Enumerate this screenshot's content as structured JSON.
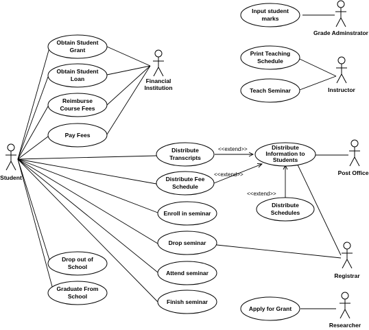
{
  "actors": {
    "student": "Student",
    "financial": [
      "Financial",
      "Institution"
    ],
    "grade_admin": "Grade Adminstrator",
    "instructor": "Instructor",
    "post_office": "Post Office",
    "registrar": "Registrar",
    "researcher": "Researcher"
  },
  "use_cases": {
    "obtain_grant": [
      "Obtain Student",
      "Grant"
    ],
    "obtain_loan": [
      "Obtain Student",
      "Loan"
    ],
    "reimburse": [
      "Reimburse",
      "Course Fees"
    ],
    "pay_fees": [
      "Pay Fees"
    ],
    "enroll": [
      "Enroll in seminar"
    ],
    "drop_seminar": [
      "Drop seminar"
    ],
    "attend": [
      "Attend seminar"
    ],
    "finish": [
      "Finish seminar"
    ],
    "drop_out": [
      "Drop out of",
      "School"
    ],
    "graduate": [
      "Graduate From",
      "School"
    ],
    "input_marks": [
      "Input student",
      "marks"
    ],
    "print_schedule": [
      "Print Teaching",
      "Schedule"
    ],
    "teach": [
      "Teach Seminar"
    ],
    "dist_transcripts": [
      "Distribute",
      "Transcripts"
    ],
    "dist_info": [
      "Distribute",
      "Information to",
      "Students"
    ],
    "dist_fee": [
      "Distribute Fee",
      "Schedule"
    ],
    "dist_schedules": [
      "Distribute",
      "Schedules"
    ],
    "apply_grant": [
      "Apply for Grant"
    ]
  },
  "relations": {
    "extend_transcripts": "<<extend>>",
    "extend_fee": "<<extend>>",
    "extend_schedules": "<<extend>>"
  }
}
